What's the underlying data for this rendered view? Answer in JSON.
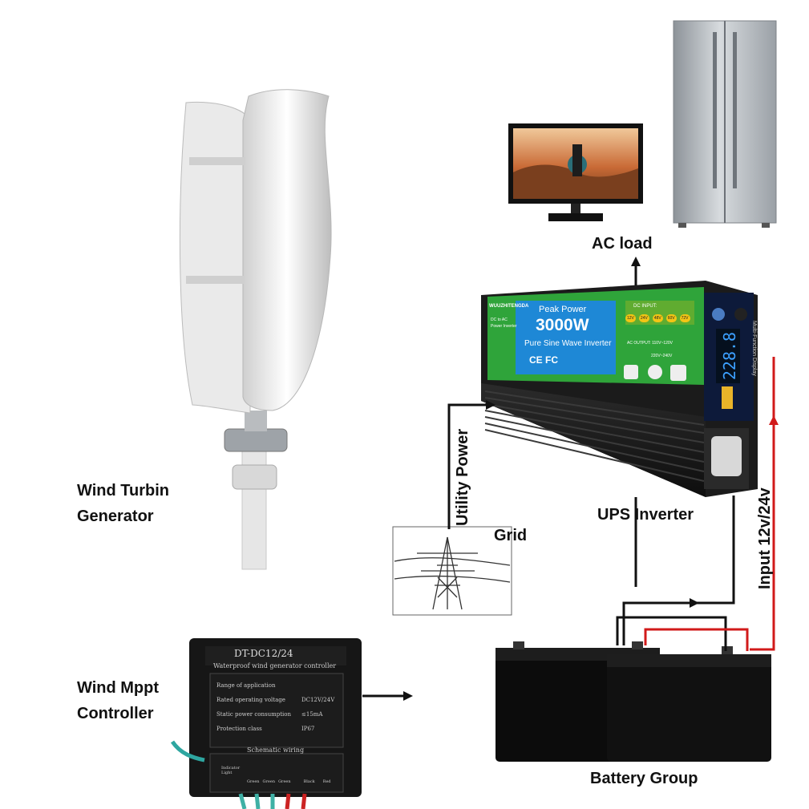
{
  "labels": {
    "wind_turbine_line1": "Wind Turbin",
    "wind_turbine_line2": "Generator",
    "ac_load": "AC load",
    "utility_power": "Utility Power",
    "grid": "Grid",
    "ups_inverter": "UPS  Inverter",
    "input_voltage": "Input 12v/24v",
    "wind_mppt_line1": "Wind Mppt",
    "wind_mppt_line2": "Controller",
    "battery_group": "Battery Group"
  },
  "inverter": {
    "brand": "WUUZHITENGDA",
    "sub1": "DC to AC",
    "sub2": "Power Inverter",
    "peak": "Peak Power",
    "watt": "3000W",
    "wave": "Pure Sine Wave Inverter",
    "cert": "CE FC",
    "dc_input": "DC INPUT:",
    "dc_options": [
      "12V",
      "24V",
      "48V",
      "60V",
      "72V"
    ],
    "ac_out1": "AC OUTPUT: 110V~120V",
    "ac_out2": "220V~240V",
    "display_value": "228.8",
    "display_label": "Multi-Function Display"
  },
  "controller": {
    "model": "DT-DC12/24",
    "subtitle": "Waterproof wind generator controller",
    "rows": [
      {
        "k": "Range of application",
        "v": ""
      },
      {
        "k": "Rated operating voltage",
        "v": "DC12V/24V"
      },
      {
        "k": "Static power consumption",
        "v": "≤15mA"
      },
      {
        "k": "Protection class",
        "v": "IP67"
      }
    ],
    "schematic": "Schematic wiring",
    "terminal_label": "Indicator Light",
    "terminals": [
      "Green",
      "Green",
      "Green",
      "Black",
      "Red"
    ]
  },
  "colors": {
    "line": "#111111",
    "positive_wire": "#d11a1a",
    "inverter_green": "#2fa43a",
    "inverter_blue": "#1e88d6"
  }
}
